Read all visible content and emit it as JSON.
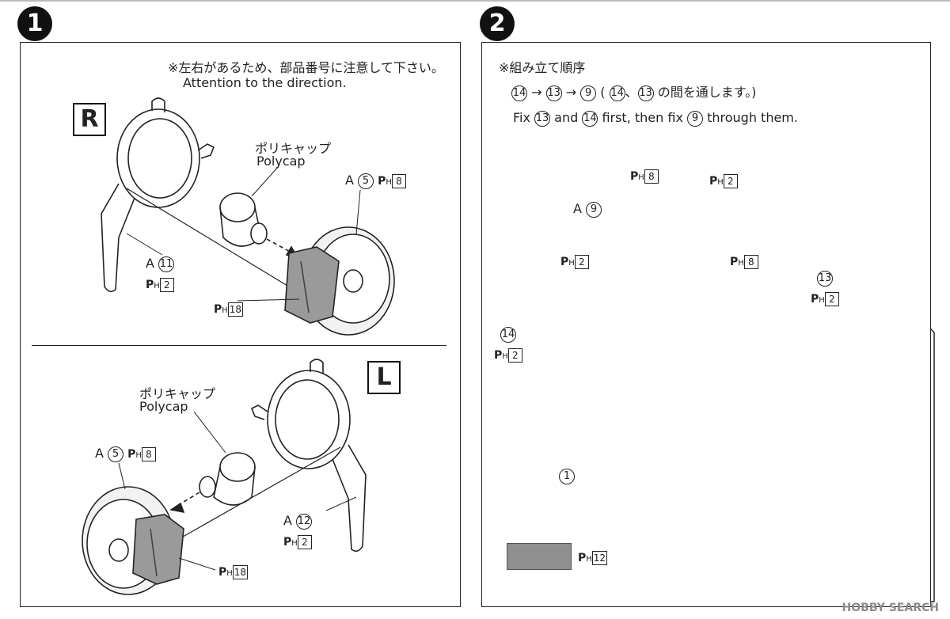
{
  "steps": {
    "one": "1",
    "two": "2"
  },
  "panel1": {
    "note_jp": "※左右があるため、部品番号に注意して下さい。",
    "note_en": "Attention to the direction.",
    "right": {
      "side": "R",
      "polycap_jp": "ポリキャップ",
      "polycap_en": "Polycap",
      "wheel": {
        "sprue": "A",
        "num": "5",
        "ph": "8"
      },
      "arm": {
        "sprue": "A",
        "num": "11",
        "ph": "2"
      },
      "cap_ph": "18"
    },
    "left": {
      "side": "L",
      "polycap_jp": "ポリキャップ",
      "polycap_en": "Polycap",
      "wheel": {
        "sprue": "A",
        "num": "5",
        "ph": "8"
      },
      "arm": {
        "sprue": "A",
        "num": "12",
        "ph": "2"
      },
      "cap_ph": "18"
    }
  },
  "panel2": {
    "order_title": "※組み立て順序",
    "order": {
      "a": "14",
      "arrow1": "→",
      "b": "13",
      "arrow2": "→",
      "c": "9",
      "open": "(",
      "d": "14",
      "sep": "、",
      "e": "13",
      "tail": "の間を通します。)"
    },
    "english": {
      "fix": "Fix",
      "p1": "13",
      "and": "and",
      "p2": "14",
      "mid": "first, then fix",
      "p3": "9",
      "end": "through them."
    },
    "gearbox": {
      "sprue": "A",
      "num": "9",
      "ph_top": "8"
    },
    "shaft_ph": "2",
    "shaft_ph_right": "8",
    "left_cap_ph": "2",
    "part13": {
      "num": "13",
      "ph": "2"
    },
    "part14": {
      "num": "14",
      "ph": "2"
    },
    "chassis": "1",
    "legend_ph": "12"
  },
  "ph_label": {
    "p": "P",
    "h": "H"
  },
  "watermark": "HOBBY SEARCH",
  "colors": {
    "swatch": "#8f8f8f",
    "line": "#222222"
  }
}
